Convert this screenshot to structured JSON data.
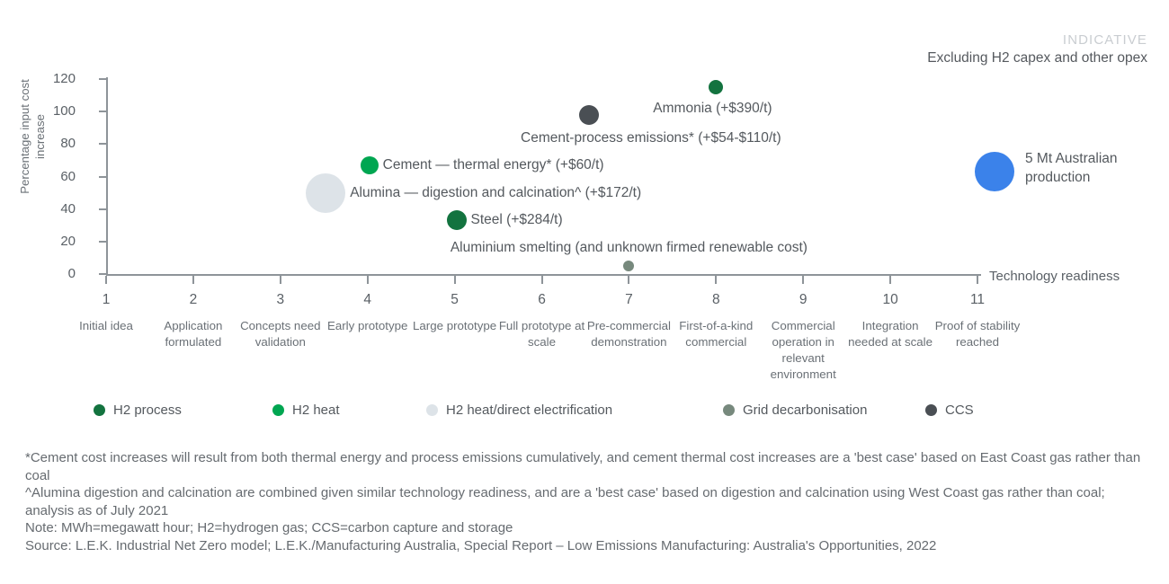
{
  "header": {
    "indicative_label": "INDICATIVE",
    "subtitle_note": "Excluding H2 capex and other opex"
  },
  "axes": {
    "y_title": "Percentage input cost increase",
    "x_title": "Technology readiness",
    "y_ticks": [
      "120",
      "100",
      "80",
      "60",
      "40",
      "20",
      "0"
    ],
    "x_ticks": [
      {
        "num": "1",
        "desc": "Initial idea"
      },
      {
        "num": "2",
        "desc": "Application formulated"
      },
      {
        "num": "3",
        "desc": "Concepts need validation"
      },
      {
        "num": "4",
        "desc": "Early prototype"
      },
      {
        "num": "5",
        "desc": "Large prototype"
      },
      {
        "num": "6",
        "desc": "Full prototype at scale"
      },
      {
        "num": "7",
        "desc": "Pre-commercial demonstration"
      },
      {
        "num": "8",
        "desc": "First-of-a-kind commercial"
      },
      {
        "num": "9",
        "desc": "Commercial operation in relevant environment"
      },
      {
        "num": "10",
        "desc": "Integration needed at scale"
      },
      {
        "num": "11",
        "desc": "Proof of stability reached"
      }
    ]
  },
  "reference_bubble": {
    "label": "5 Mt Australian production",
    "color": "#3b82ea"
  },
  "legend": [
    {
      "label": "H2 process",
      "color": "#13733f"
    },
    {
      "label": "H2 heat",
      "color": "#00a651"
    },
    {
      "label": "H2 heat/direct electrification",
      "color": "#dde3e8"
    },
    {
      "label": "Grid decarbonisation",
      "color": "#77897d"
    },
    {
      "label": "CCS",
      "color": "#4a4f54"
    }
  ],
  "footnotes": [
    "*Cement cost increases will result from both thermal energy and process emissions cumulatively, and cement thermal cost increases are a 'best case' based on East Coast gas rather than coal",
    "^Alumina digestion and calcination are combined given similar technology readiness, and are a 'best case' based on digestion and calcination using West Coast gas rather than coal; analysis as of July 2021",
    "Note: MWh=megawatt hour; H2=hydrogen gas; CCS=carbon capture and storage",
    "Source: L.E.K. Industrial Net Zero model; L.E.K./Manufacturing Australia, Special Report – Low Emissions Manufacturing: Australia's Opportunities, 2022"
  ],
  "chart_data": {
    "type": "scatter",
    "title": "",
    "xlabel": "Technology readiness",
    "ylabel": "Percentage input cost increase",
    "xlim": [
      1,
      11
    ],
    "ylim": [
      0,
      120
    ],
    "grid": false,
    "legend_position": "bottom",
    "annotations": [
      "INDICATIVE",
      "Excluding H2 capex and other opex"
    ],
    "size_reference": "5 Mt Australian production",
    "points": [
      {
        "name": "Ammonia",
        "label": "Ammonia (+$390/t)",
        "x": 8,
        "y": 115,
        "radius_px": 8,
        "category": "H2 process",
        "color": "#13733f",
        "label_position": "below-right"
      },
      {
        "name": "Cement-process emissions",
        "label": "Cement-process emissions* (+$54-$110/t)",
        "x": 6.54,
        "y": 98,
        "radius_px": 11,
        "category": "CCS",
        "color": "#4a4f54",
        "label_position": "below-center"
      },
      {
        "name": "Cement — thermal energy",
        "label": "Cement — thermal energy* (+$60/t)",
        "x": 4.02,
        "y": 67,
        "radius_px": 10,
        "category": "H2 heat",
        "color": "#00a651",
        "label_position": "right"
      },
      {
        "name": "Alumina — digestion and calcination",
        "label": "Alumina — digestion and calcination^ (+$172/t)",
        "x": 3.52,
        "y": 50,
        "radius_px": 22,
        "category": "H2 heat/direct electrification",
        "color": "#dde3e8",
        "label_position": "right"
      },
      {
        "name": "Steel",
        "label": "Steel (+$284/t)",
        "x": 5.02,
        "y": 33,
        "radius_px": 11,
        "category": "H2 process",
        "color": "#13733f",
        "label_position": "right"
      },
      {
        "name": "Aluminium smelting",
        "label": "Aluminium smelting (and unknown firmed renewable cost)",
        "x": 7,
        "y": 5,
        "radius_px": 6,
        "category": "Grid decarbonisation",
        "color": "#77897d",
        "label_position": "above-center"
      }
    ]
  }
}
